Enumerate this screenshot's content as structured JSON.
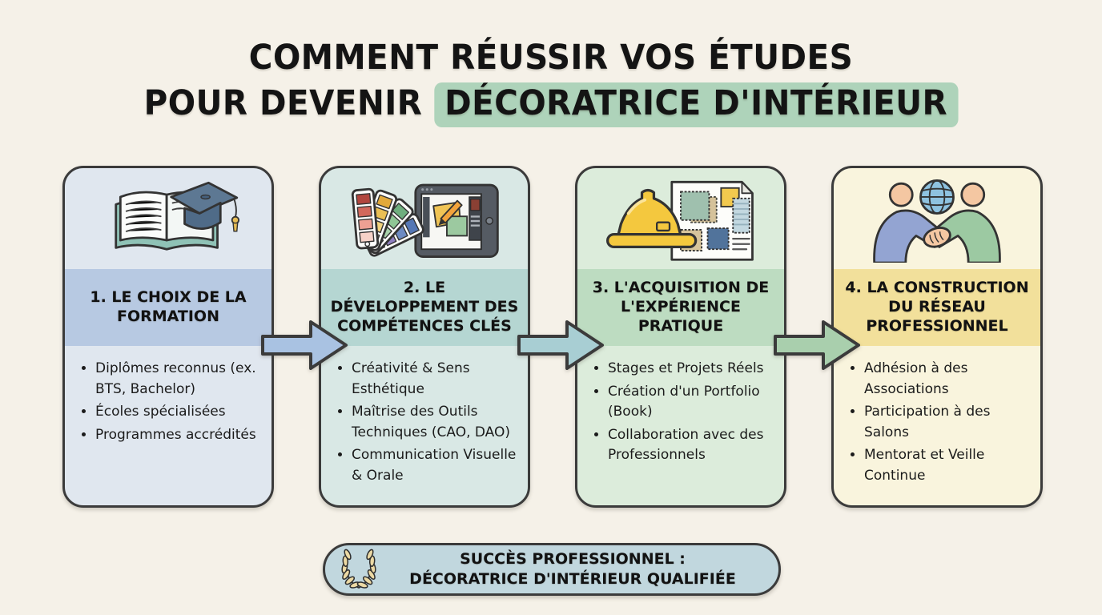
{
  "title": {
    "line1": "COMMENT RÉUSSIR VOS ÉTUDES",
    "line2_prefix": "POUR DEVENIR",
    "line2_highlight": "DÉCORATRICE D'INTÉRIEUR",
    "highlight_color": "#aed3ba",
    "text_color": "#141414"
  },
  "steps": [
    {
      "icon": "open-book-graduation-cap",
      "title": "1. LE CHOIX DE LA FORMATION",
      "bullets": [
        "Diplômes reconnus (ex. BTS, Bachelor)",
        "Écoles spécialisées",
        "Programmes accrédités"
      ],
      "card_color": "#e0e7ef",
      "band_color": "#b7c9e2"
    },
    {
      "icon": "color-swatches-tablet",
      "title": "2. LE DÉVELOPPEMENT DES COMPÉTENCES CLÉS",
      "bullets": [
        "Créativité & Sens Esthétique",
        "Maîtrise des Outils Techniques (CAO, DAO)",
        "Communication Visuelle & Orale"
      ],
      "card_color": "#d9e8e5",
      "band_color": "#b5d6d2"
    },
    {
      "icon": "hard-hat-moodboard",
      "title": "3. L'ACQUISITION DE L'EXPÉRIENCE PRATIQUE",
      "bullets": [
        "Stages et Projets Réels",
        "Création d'un Portfolio (Book)",
        "Collaboration avec des Professionnels"
      ],
      "card_color": "#dcecdb",
      "band_color": "#bddcc1"
    },
    {
      "icon": "handshake-globe",
      "title": "4. LA CONSTRUCTION DU RÉSEAU PROFESSIONNEL",
      "bullets": [
        "Adhésion à des Associations",
        "Participation à des Salons",
        "Mentorat et Veille Continue"
      ],
      "card_color": "#f9f4dd",
      "band_color": "#f2e09b"
    }
  ],
  "arrows": [
    {
      "color": "#a9c2e2"
    },
    {
      "color": "#a8ced3"
    },
    {
      "color": "#a9cfad"
    }
  ],
  "footer": {
    "icon": "laurel-wreath",
    "line1": "SUCCÈS PROFESSIONNEL :",
    "line2": "DÉCORATRICE D'INTÉRIEUR QUALIFIÉE",
    "pill_color": "#c1d7de"
  },
  "page_background": "#f5f1e8",
  "border_color": "#3b3b3b"
}
